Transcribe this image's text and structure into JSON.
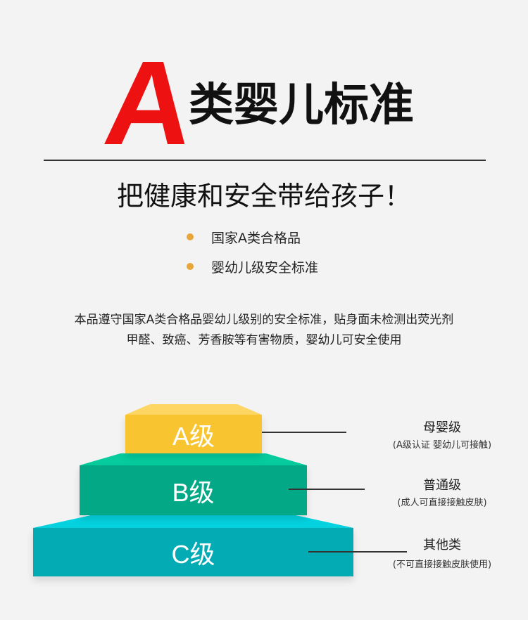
{
  "header": {
    "big_letter": "A",
    "title": "类婴儿标准",
    "subtitle": "把健康和安全带给孩子！"
  },
  "bullets": [
    "国家A类合格品",
    "婴幼儿级安全标准"
  ],
  "description": [
    "本品遵守国家A类合格品婴幼儿级别的安全标准，贴身面未检测出荧光剂",
    "甲醛、致癌、芳香胺等有害物质，婴幼儿可安全使用"
  ],
  "levels": [
    {
      "label": "A级",
      "name": "母婴级",
      "note": "(A级认证 婴幼儿可接触)",
      "color": "#f8c531"
    },
    {
      "label": "B级",
      "name": "普通级",
      "note": "(成人可直接接触皮肤)",
      "color": "#03a986"
    },
    {
      "label": "C级",
      "name": "其他类",
      "note": "(不可直接接触皮肤使用)",
      "color": "#03acb4"
    }
  ]
}
